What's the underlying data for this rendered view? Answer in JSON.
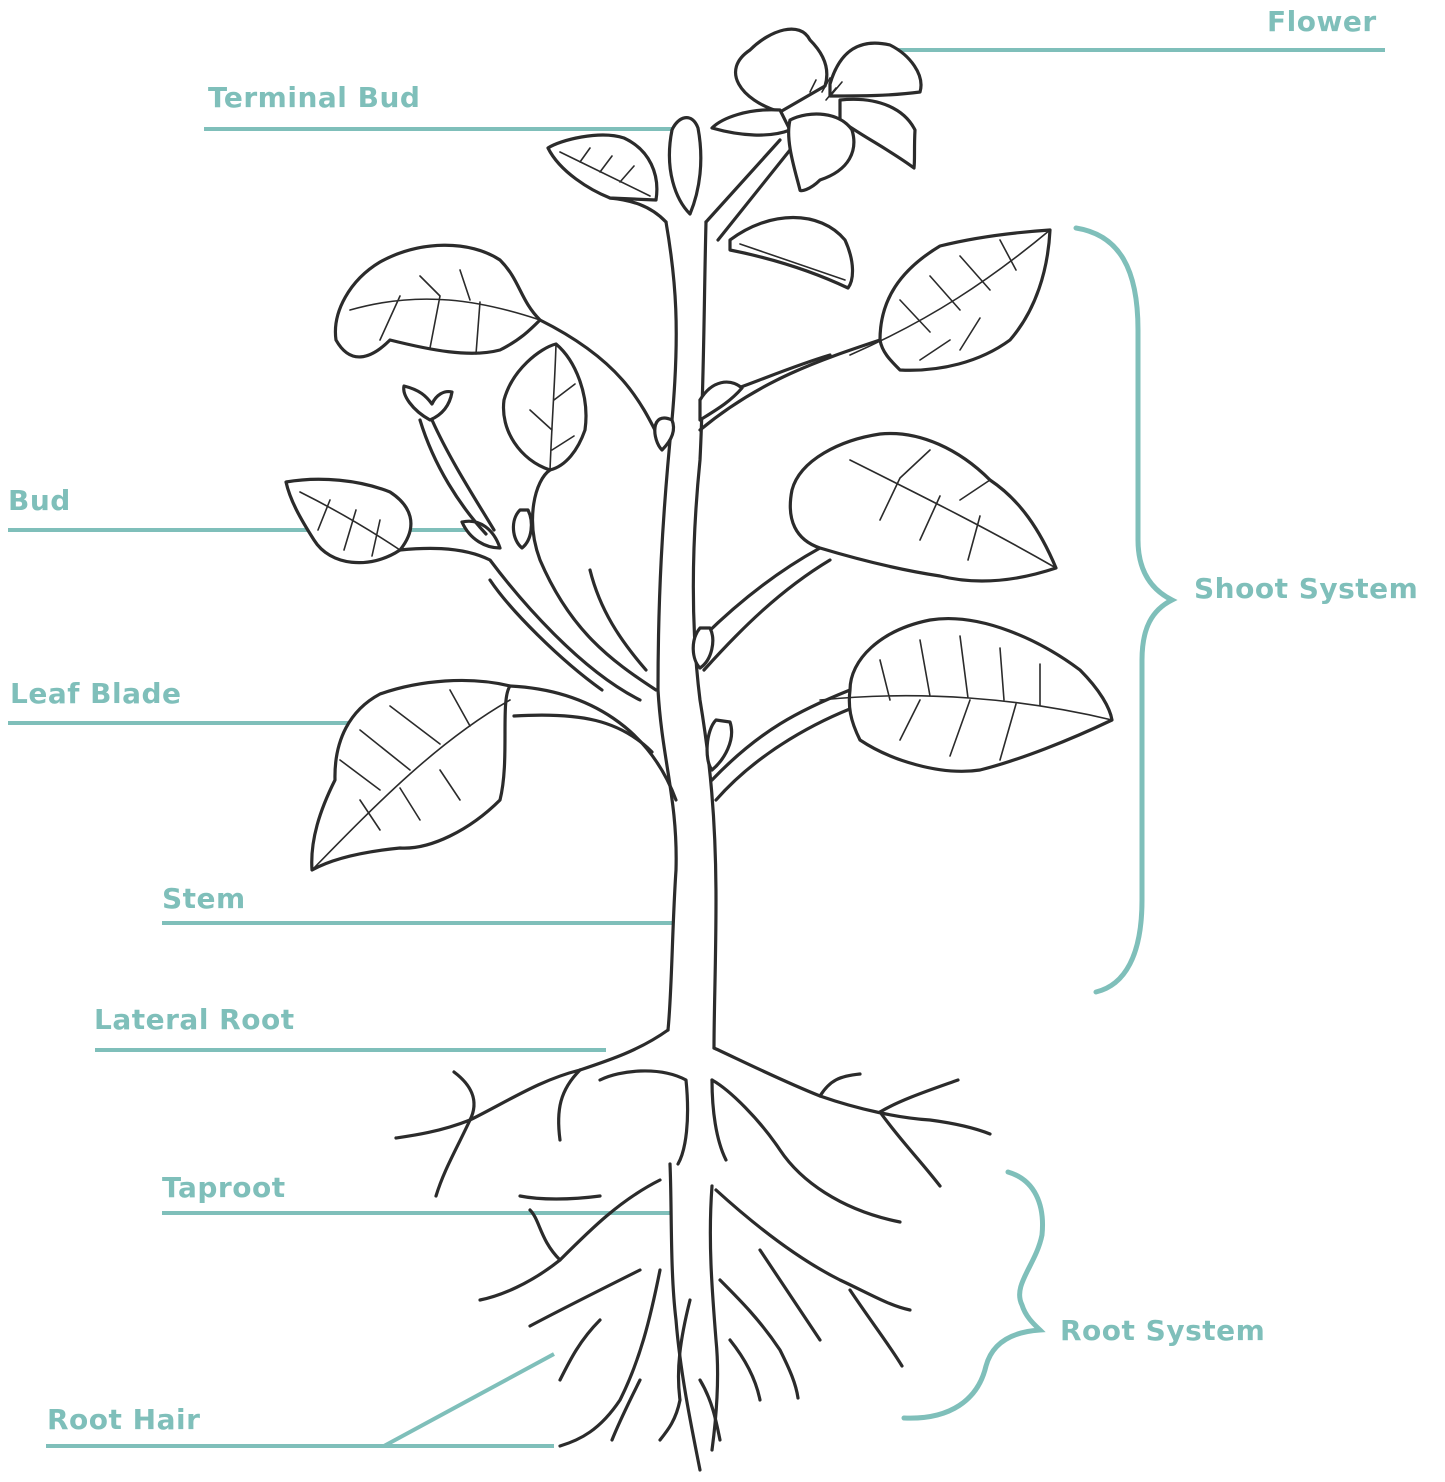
{
  "labels": {
    "flower": "Flower",
    "terminal_bud": "Terminal Bud",
    "bud": "Bud",
    "leaf_blade": "Leaf Blade",
    "stem": "Stem",
    "lateral_root": "Lateral Root",
    "taproot": "Taproot",
    "root_hair": "Root Hair",
    "shoot_system": "Shoot System",
    "root_system": "Root System"
  },
  "colors": {
    "label": "#7fbfba",
    "ink": "#2b2b2b",
    "background": "#ffffff"
  }
}
